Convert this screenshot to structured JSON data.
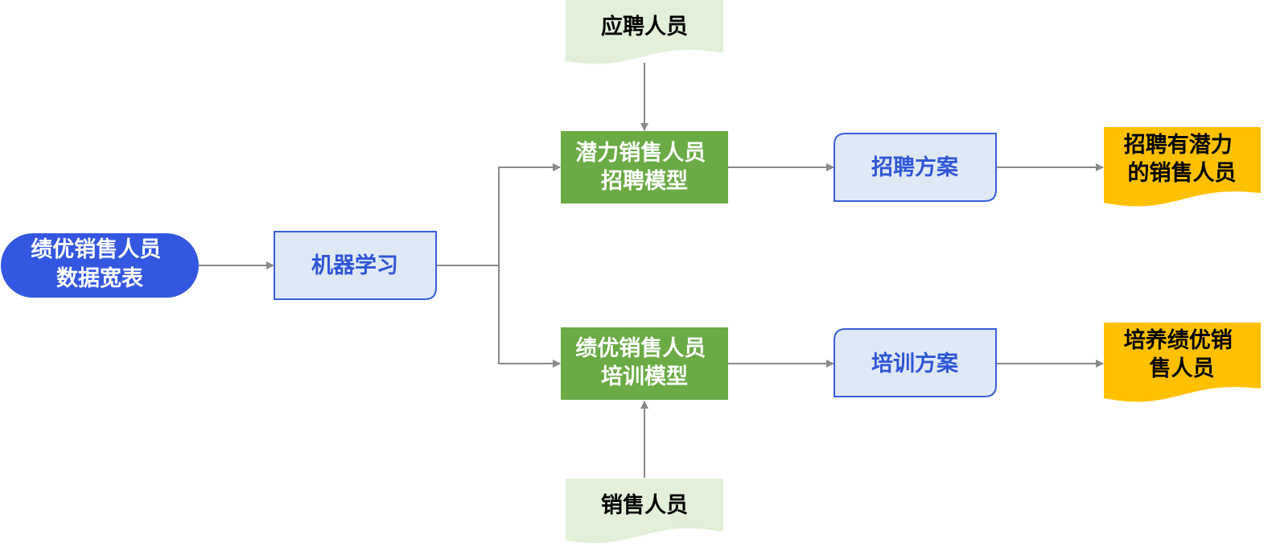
{
  "colors": {
    "data_source_fill": "#3357e0",
    "process_fill": "#dfe9f6",
    "process_border": "#3a5fdc",
    "process_text": "#2f56d6",
    "model_fill": "#6aab45",
    "input_doc_fill": "#e2f0d9",
    "output_doc_fill": "#ffc000",
    "connector": "#8a8a8a"
  },
  "nodes": {
    "source": {
      "lines": [
        "绩优销售人员",
        "数据宽表"
      ]
    },
    "ml": {
      "lines": [
        "机器学习"
      ]
    },
    "recruit_model": {
      "lines": [
        "潜力销售人员",
        "招聘模型"
      ]
    },
    "train_model": {
      "lines": [
        "绩优销售人员",
        "培训模型"
      ]
    },
    "applicants": {
      "lines": [
        "应聘人员"
      ]
    },
    "salespeople": {
      "lines": [
        "销售人员"
      ]
    },
    "recruit_plan": {
      "lines": [
        "招聘方案"
      ]
    },
    "train_plan": {
      "lines": [
        "培训方案"
      ]
    },
    "recruit_output": {
      "lines": [
        "招聘有潜力",
        "的销售人员"
      ]
    },
    "train_output": {
      "lines": [
        "培养绩优销",
        "售人员"
      ]
    }
  }
}
